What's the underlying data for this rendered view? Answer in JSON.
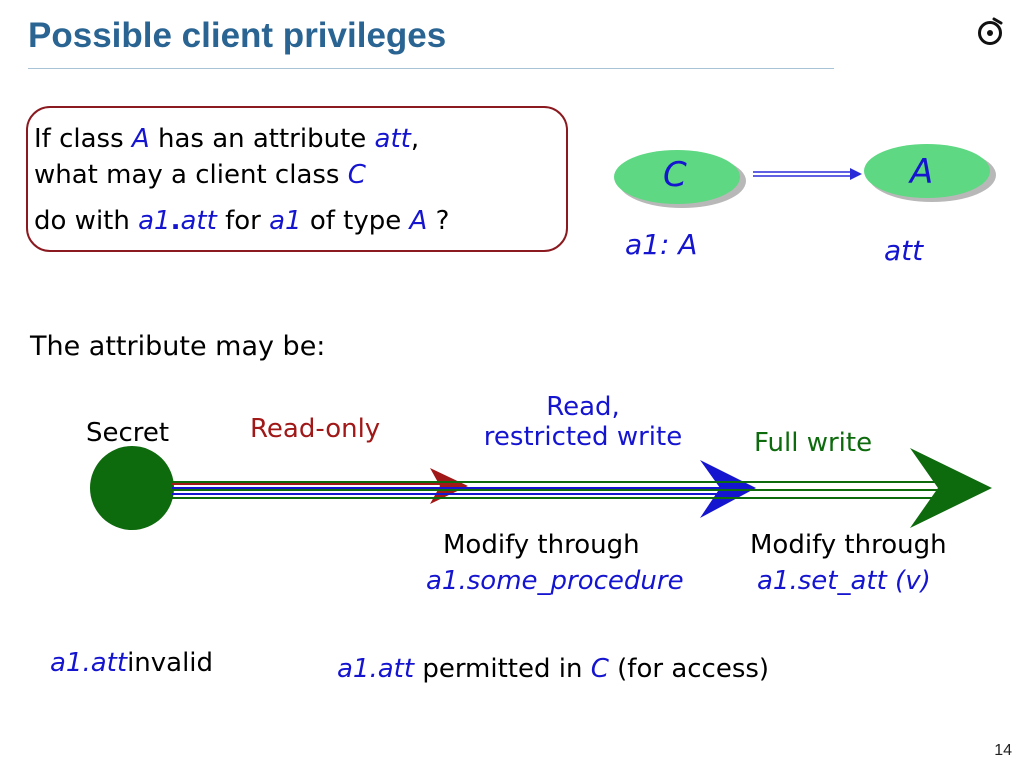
{
  "slide": {
    "title": "Possible client privileges",
    "page_number": "14"
  },
  "question": {
    "line1": {
      "a": "If class ",
      "b": "A",
      "c": " has an attribute ",
      "d": "att",
      "e": ","
    },
    "line2": {
      "a": "what may a client class ",
      "b": "C"
    },
    "line3": {
      "a": "do with ",
      "b": "a1",
      "c": ".",
      "d": "att",
      "e": " for ",
      "f": "a1",
      "g": " of type ",
      "h": "A",
      "i": " ?"
    }
  },
  "diagram": {
    "client_class": "C",
    "supplier_class": "A",
    "client_label": "a1: A",
    "supplier_label": "att",
    "colors": {
      "ellipse_fill": "#5ed882",
      "ellipse_shadow": "#b8b8b8",
      "arrow": "#2b2bd9"
    }
  },
  "spectrum": {
    "intro": "The attribute may be:",
    "levels": [
      {
        "label": "Secret",
        "color": "#000000"
      },
      {
        "label": "Read-only",
        "color": "#a01818"
      },
      {
        "label": "Read,",
        "label2": "restricted write",
        "color": "#1515d0"
      },
      {
        "label": "Full write",
        "color": "#0d6a0d"
      }
    ],
    "modify1": {
      "line1": "Modify through",
      "line2": "a1.some_procedure"
    },
    "modify2": {
      "line1": "Modify through",
      "line2_a": "a1.set_att",
      "line2_b": " (v)"
    },
    "colors": {
      "dot": "#0d6a0d",
      "red": "#a01818",
      "blue": "#1515d0",
      "green": "#0d6a0d"
    }
  },
  "bottom": {
    "invalid_code": "a1.att",
    "invalid_text": "invalid",
    "permitted_code": "a1.att",
    "permitted_text": " permitted in ",
    "permitted_class": "C",
    "permitted_tail": " (for access)"
  }
}
